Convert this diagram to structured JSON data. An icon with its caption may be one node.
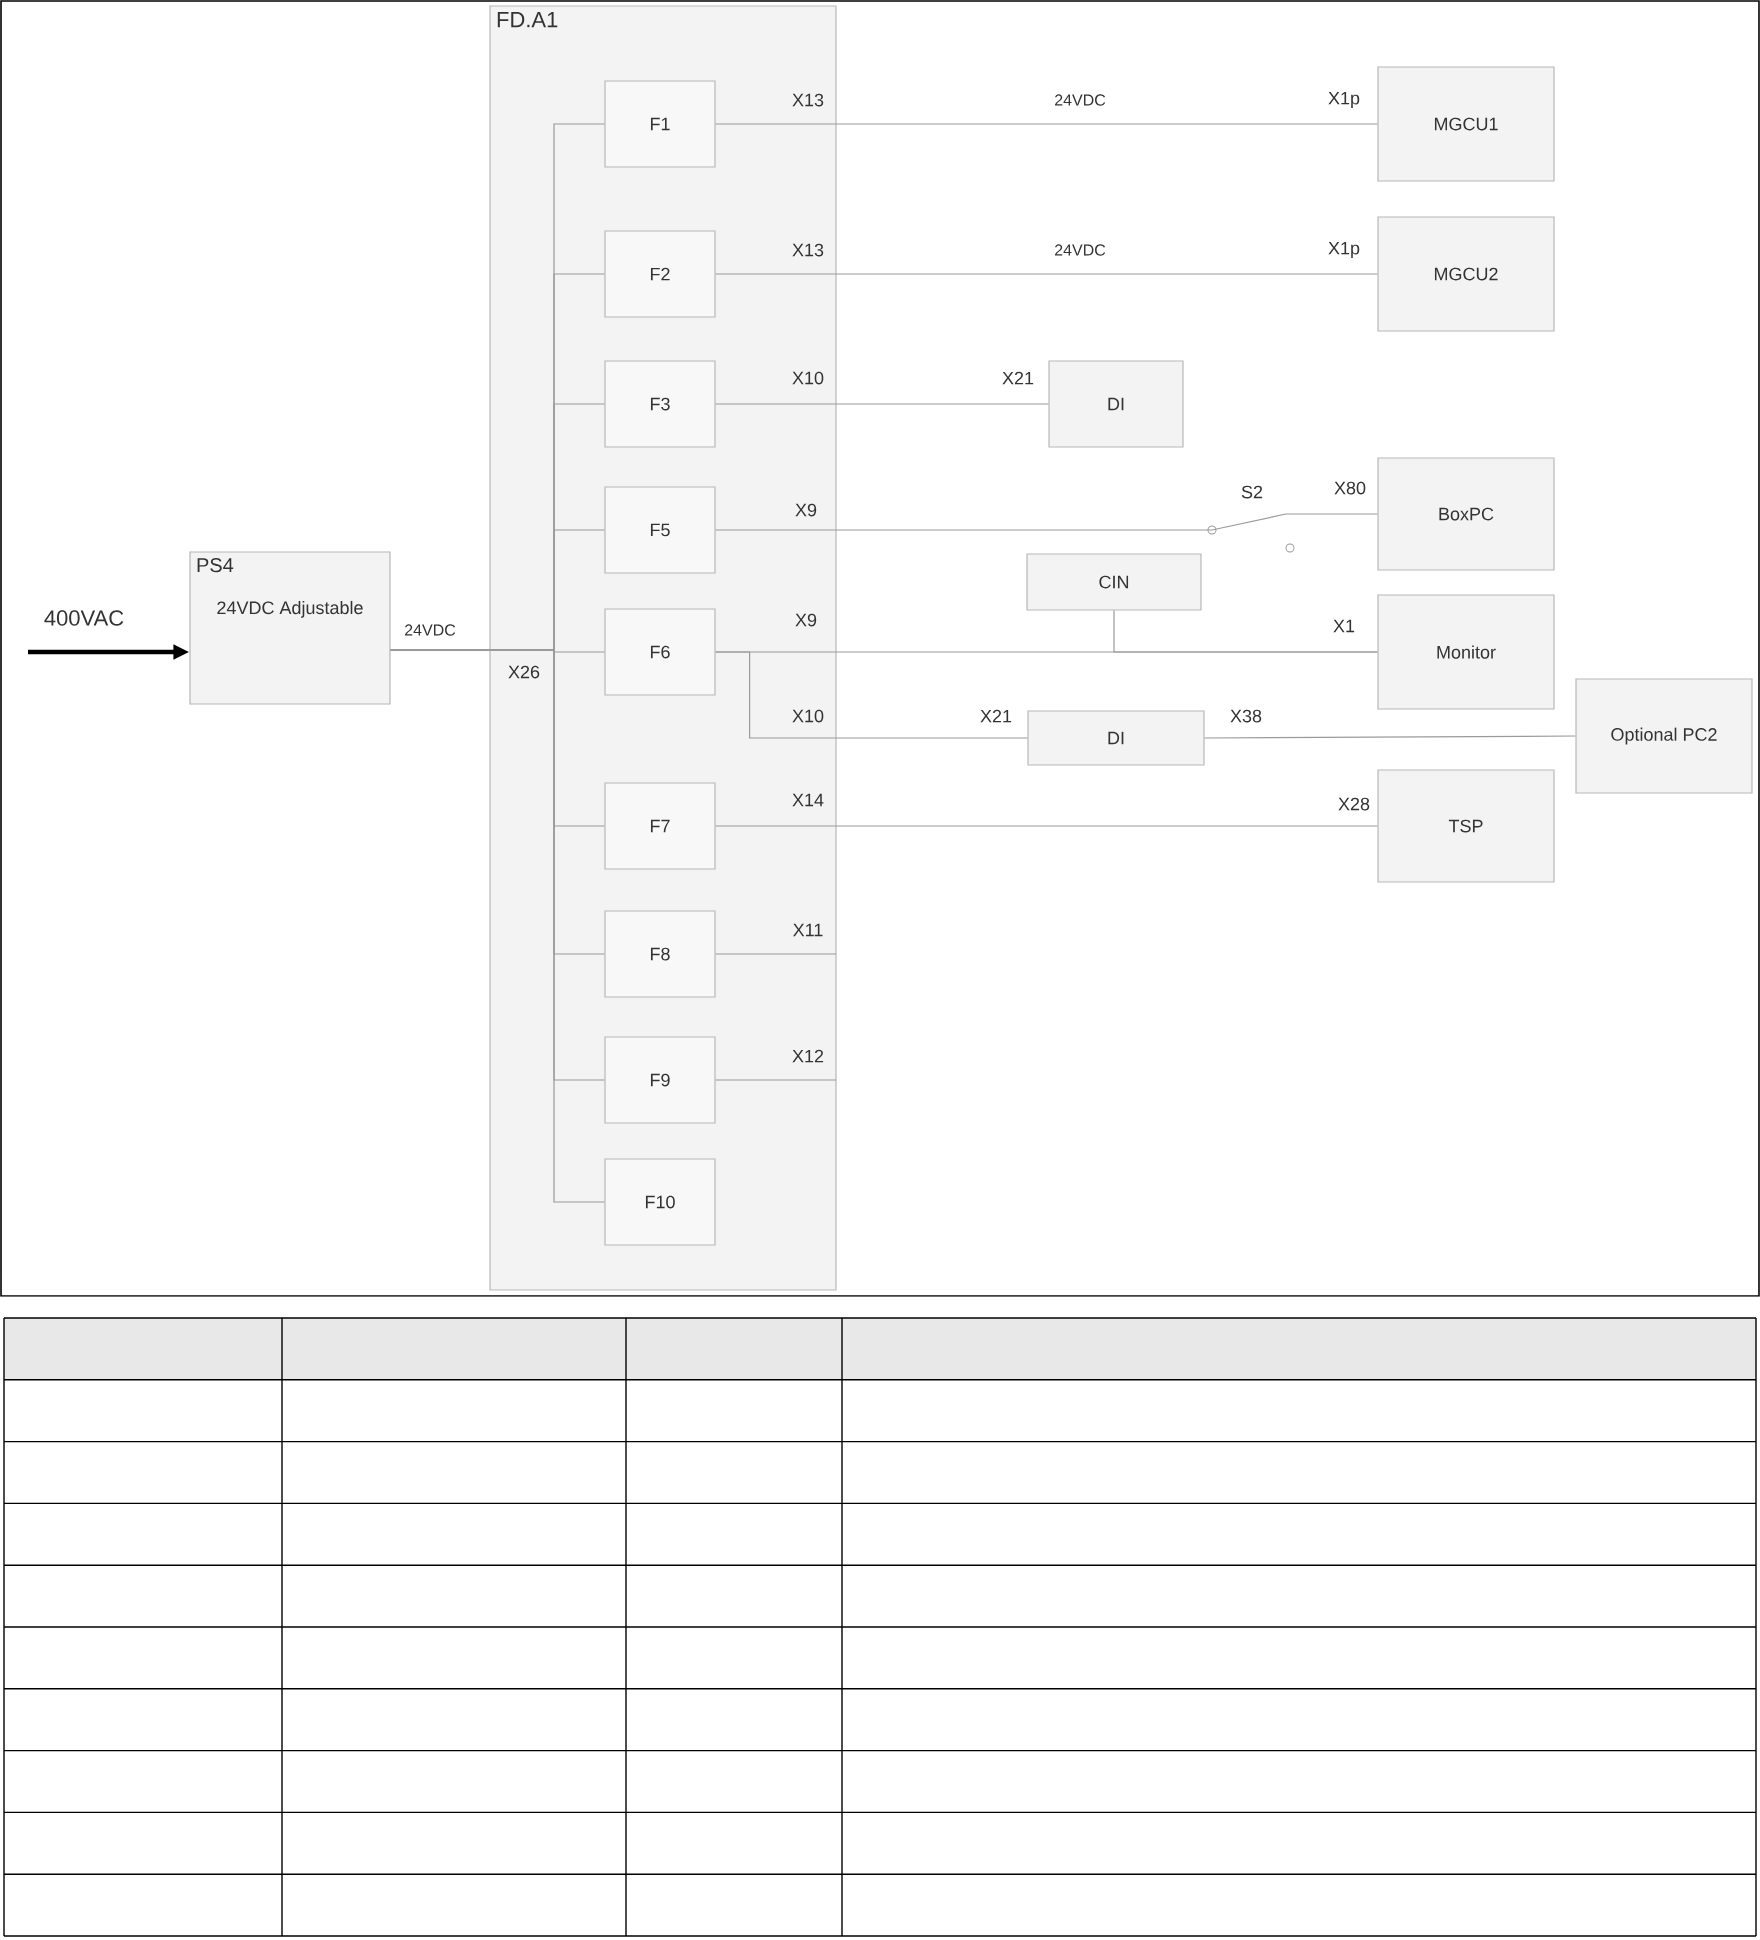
{
  "diagram": {
    "nodes": [
      {
        "text": [
          "FD.A1"
        ]
      },
      {
        "text": [
          "F1"
        ],
        "in": 0
      },
      {
        "text": [
          "F2"
        ],
        "in": 0
      },
      {
        "text": [
          "F3"
        ],
        "in": 0
      },
      {
        "text": [
          "F5"
        ],
        "in": 0
      },
      {
        "text": [
          "F6"
        ],
        "in": 0
      },
      {
        "text": [
          "F7"
        ],
        "in": 0
      },
      {
        "text": [
          "F8"
        ],
        "in": 0
      },
      {
        "text": [
          "F9"
        ],
        "in": 0
      },
      {
        "text": [
          "F10"
        ],
        "in": 0
      },
      {
        "text": [
          "PS4",
          "24VDC Adjustable"
        ]
      },
      {
        "text": [
          "MGCU1"
        ]
      },
      {
        "text": [
          "MGCU2"
        ]
      },
      {
        "text": [
          "DI"
        ]
      },
      {
        "text": [
          "BoxPC"
        ]
      },
      {
        "text": [
          "CIN"
        ]
      },
      {
        "text": [
          "Monitor"
        ]
      },
      {
        "text": [
          "DI"
        ]
      },
      {
        "text": [
          "Optional PC2"
        ]
      },
      {
        "text": [
          "TSP"
        ]
      }
    ],
    "edges": [
      {
        "from": null,
        "to": 10,
        "arrow": "to",
        "label": "400VAC",
        "style": "thick",
        "color": "#000000"
      },
      {
        "from": 10,
        "to": 1,
        "arrow": "none"
      },
      {
        "from": 10,
        "to": 2,
        "arrow": "none"
      },
      {
        "from": 10,
        "to": 3,
        "arrow": "none"
      },
      {
        "from": 10,
        "to": 4,
        "arrow": "none"
      },
      {
        "from": 10,
        "to": 5,
        "arrow": "none",
        "label": "24VDC"
      },
      {
        "from": 10,
        "to": 6,
        "arrow": "none"
      },
      {
        "from": 10,
        "to": 7,
        "arrow": "none"
      },
      {
        "from": 10,
        "to": 8,
        "arrow": "none"
      },
      {
        "from": 10,
        "to": 9,
        "arrow": "none"
      },
      {
        "from": 1,
        "to": 11,
        "arrow": "none",
        "label": "24VDC"
      },
      {
        "from": 2,
        "to": 12,
        "arrow": "none",
        "label": "24VDC"
      },
      {
        "from": 3,
        "to": 13,
        "arrow": "none"
      },
      {
        "from": 4,
        "to": 14,
        "arrow": "none"
      },
      {
        "from": 5,
        "to": 16,
        "arrow": "none"
      },
      {
        "from": 15,
        "to": 16,
        "arrow": "none"
      },
      {
        "from": 5,
        "to": 17,
        "arrow": "none"
      },
      {
        "from": 17,
        "to": 18,
        "arrow": "none"
      },
      {
        "from": 6,
        "to": 19,
        "arrow": "none"
      },
      {
        "from": 7,
        "to": null,
        "arrow": "none"
      },
      {
        "from": 8,
        "to": null,
        "arrow": "none"
      }
    ],
    "labels": [
      "X13",
      "X1p",
      "X13",
      "X1p",
      "X10",
      "X21",
      "S2",
      "X80",
      "X9",
      "X9",
      "X1",
      "X26",
      "X10",
      "X21",
      "X38",
      "X14",
      "X28",
      "X11",
      "X12"
    ]
  }
}
